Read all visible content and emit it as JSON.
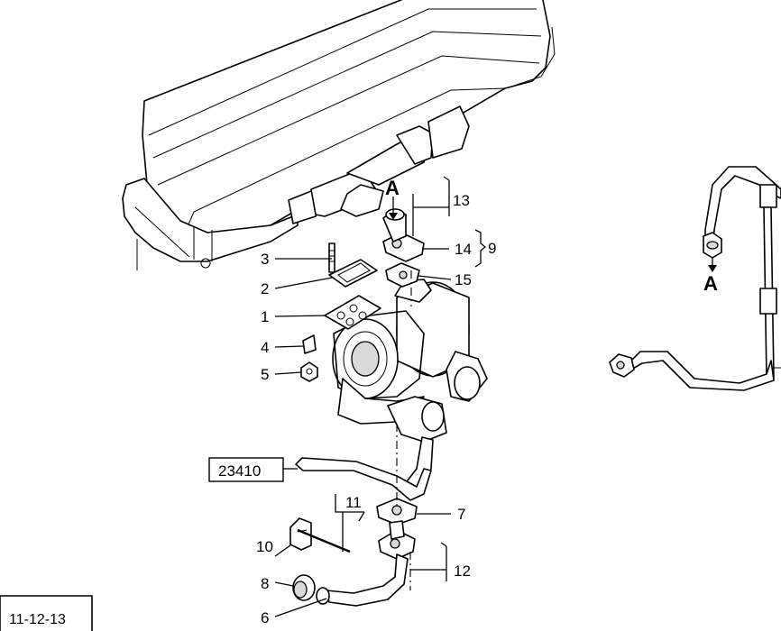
{
  "diagram": {
    "page_ref": "11-12-13",
    "section_ref": "23410",
    "view_marker": "A",
    "callouts": {
      "c1": "1",
      "c2": "2",
      "c3": "3",
      "c4": "4",
      "c5": "5",
      "c6": "6",
      "c7": "7",
      "c8": "8",
      "c9": "9",
      "c10": "10",
      "c11": "11",
      "c12": "12",
      "c13": "13",
      "c14": "14",
      "c15": "15"
    }
  }
}
